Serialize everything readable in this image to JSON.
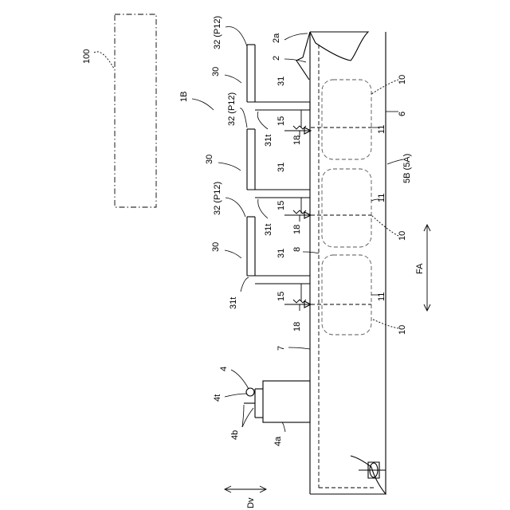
{
  "labels": {
    "ref_100": "100",
    "ref_1B": "1B",
    "ref_32_top": "32 (P12)",
    "ref_2a": "2a",
    "ref_2": "2",
    "ref_30_top": "30",
    "ref_31_top": "31",
    "ref_32_mid": "32 (P12)",
    "ref_15_top": "15",
    "ref_18_top": "18",
    "ref_31t_top": "31t",
    "ref_30_mid": "30",
    "ref_31_mid": "31",
    "ref_32_bot": "32 (P12)",
    "ref_15_mid": "15",
    "ref_18_mid": "18",
    "ref_31t_mid": "31t",
    "ref_30_bot": "30",
    "ref_31_bot": "31",
    "ref_8": "8",
    "ref_31t_bot": "31t",
    "ref_15_bot": "15",
    "ref_18_bot": "18",
    "ref_7": "7",
    "ref_4": "4",
    "ref_4t": "4t",
    "ref_4b": "4b",
    "ref_4a": "4a",
    "ref_10_top": "10",
    "ref_6": "6",
    "ref_11_top": "11",
    "ref_5B": "5B (5A)",
    "ref_11_mid": "11",
    "ref_10_mid": "10",
    "ref_11_bot": "11",
    "ref_10_bot": "10",
    "ref_FA": "FA",
    "ref_Dv": "Dv"
  }
}
